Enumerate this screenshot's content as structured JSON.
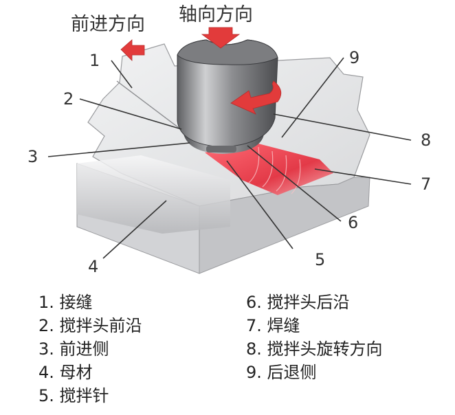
{
  "diagram": {
    "heading_left": "前进方向",
    "heading_right": "轴向方向",
    "callouts": [
      "1",
      "2",
      "3",
      "4",
      "5",
      "6",
      "7",
      "8",
      "9"
    ]
  },
  "legend": [
    "1. 接缝",
    "2. 搅拌头前沿",
    "3. 前进侧",
    "4. 母材",
    "5. 搅拌针",
    "6. 搅拌头后沿",
    "7. 焊缝",
    "8. 搅拌头旋转方向",
    "9. 后退侧"
  ],
  "colors": {
    "plate_top": "#e3e4e6",
    "plate_side": "#c9cacd",
    "weld": "#e8434f",
    "arrow": "#e23b3b",
    "tool_metal": "#9c9da0"
  }
}
